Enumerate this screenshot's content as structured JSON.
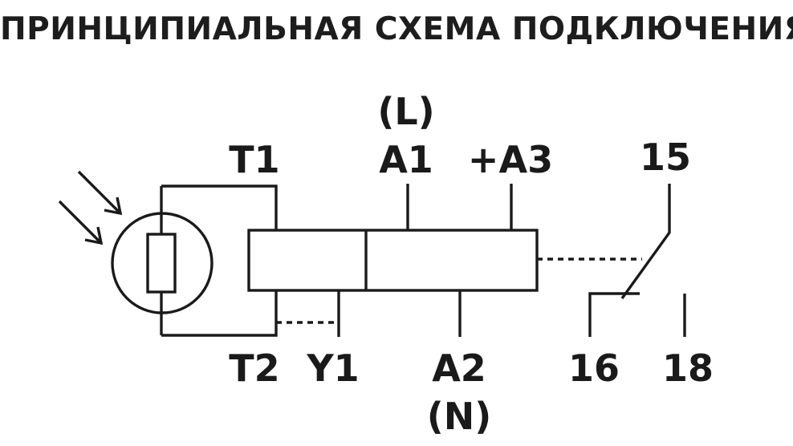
{
  "diagram": {
    "title": "ПРИНЦИПИАЛЬНАЯ СХЕМА ПОДКЛЮЧЕНИЯ",
    "terminals": {
      "t1": "T1",
      "t2": "T2",
      "y1": "Y1",
      "a1": "A1",
      "a1_note": "(L)",
      "a2": "A2",
      "a2_note": "(N)",
      "a3": "+A3",
      "c15": "15",
      "c16": "16",
      "c18": "18"
    }
  }
}
